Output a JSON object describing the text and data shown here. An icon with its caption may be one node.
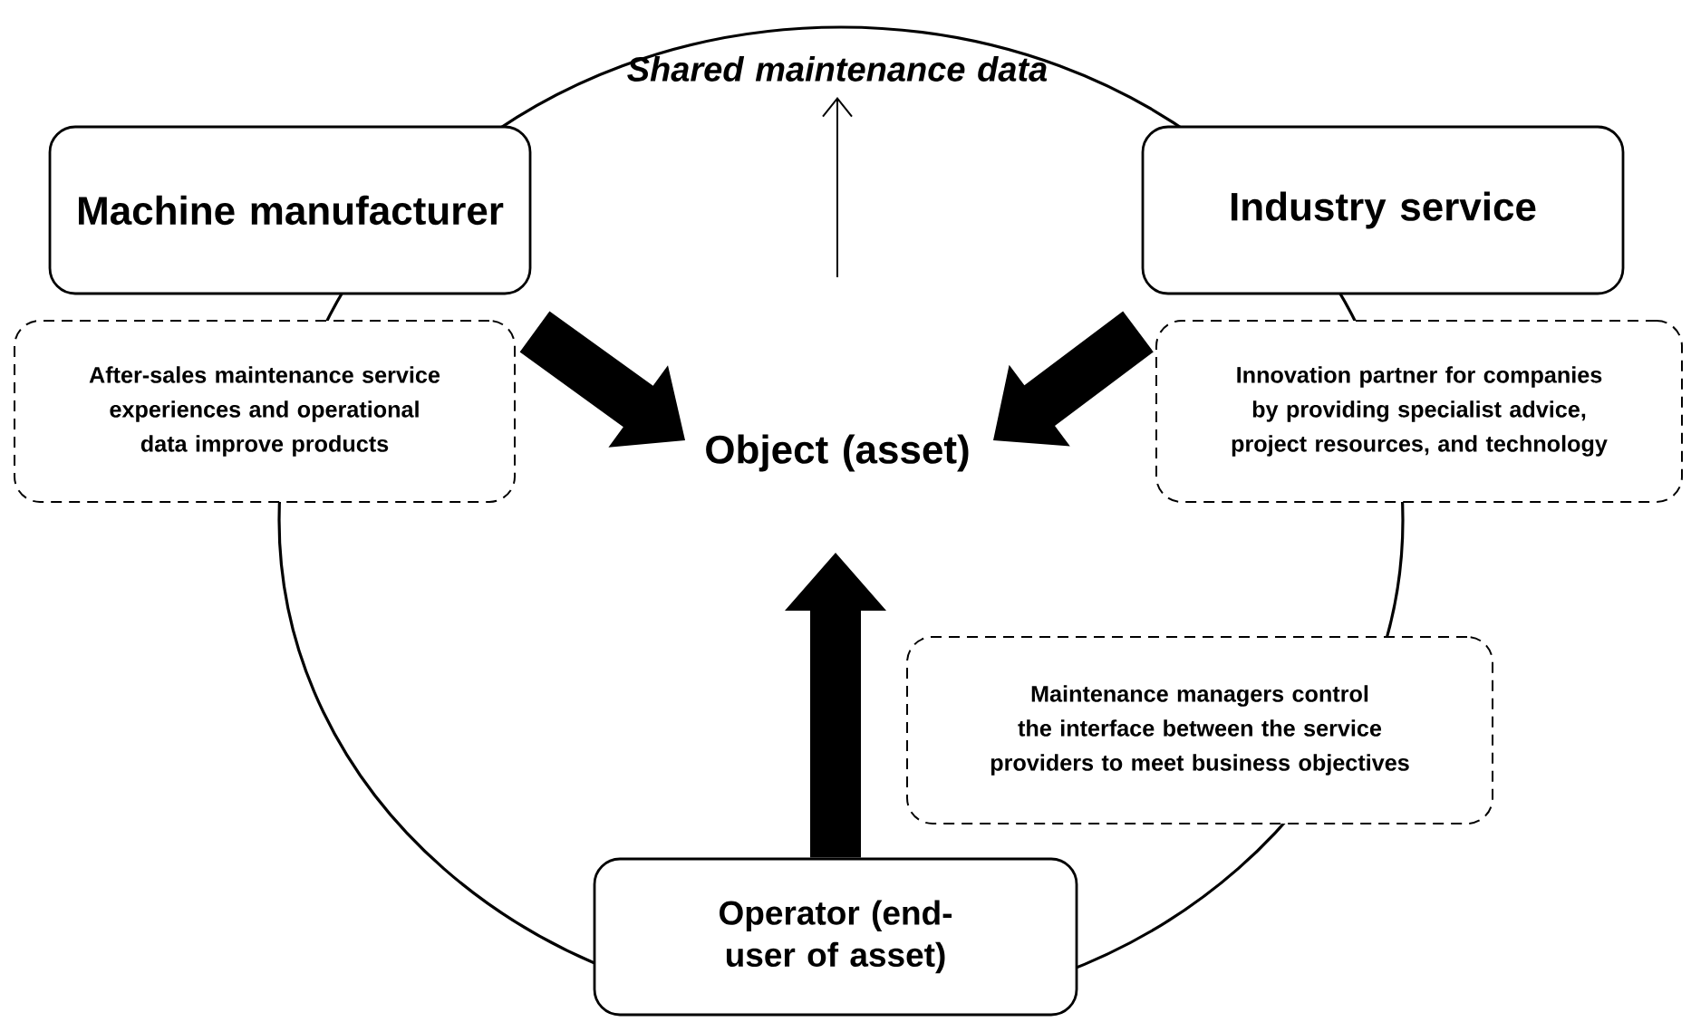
{
  "diagram": {
    "nodes": [
      {
        "text": [
          "Machine manufacturer"
        ]
      },
      {
        "text": [
          "Industry service"
        ]
      },
      {
        "text": [
          "After-sales maintenance service experiences and operational data improve products"
        ]
      },
      {
        "text": [
          "Innovation partner for companies by providing specialist advice, project resources, and technology"
        ]
      },
      {
        "text": [
          "Object (asset)"
        ]
      },
      {
        "text": [
          "Maintenance managers control the interface between the service providers to meet business objectives"
        ]
      },
      {
        "text": [
          "Operator (end-user of asset)"
        ]
      },
      {
        "text": [
          "Shared maintenance data"
        ]
      }
    ],
    "edges": [
      {
        "from": null,
        "to": 4,
        "arrow": "to",
        "style": "thick"
      },
      {
        "from": null,
        "to": 4,
        "arrow": "to",
        "style": "thick"
      },
      {
        "from": 6,
        "to": 4,
        "arrow": "to",
        "style": "thick"
      },
      {
        "from": null,
        "to": 7,
        "arrow": "to"
      }
    ]
  }
}
